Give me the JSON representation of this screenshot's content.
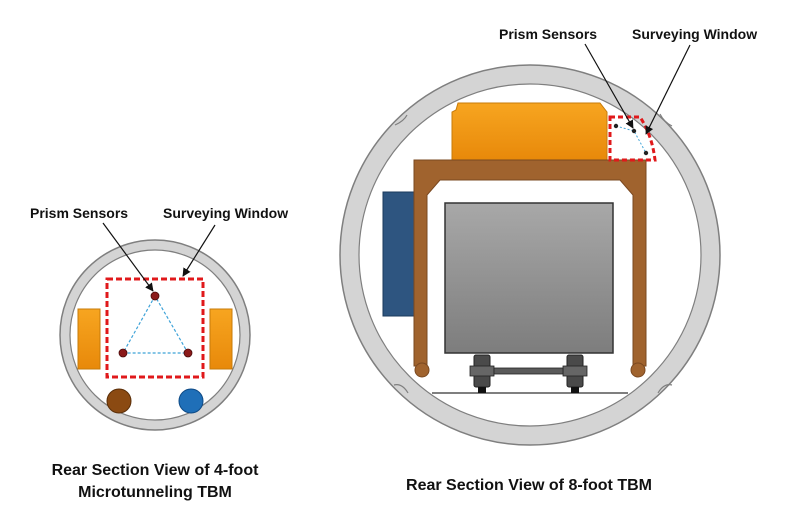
{
  "labels": {
    "small_prism_sensors": "Prism Sensors",
    "small_surveying_window": "Surveying Window",
    "large_prism_sensors": "Prism Sensors",
    "large_surveying_window": "Surveying Window"
  },
  "captions": {
    "small_line1": "Rear Section View of 4-foot",
    "small_line2": "Microtunneling TBM",
    "large": "Rear Section View of 8-foot TBM"
  },
  "colors": {
    "ring": "#d4d4d4",
    "ring_stroke": "#7f7f7f",
    "orange": "#f39c12",
    "orange_dark": "#d4820a",
    "brown_frame": "#a0632e",
    "brown_dark": "#7a4820",
    "navy": "#2e5580",
    "gray_box": "#8f8f8f",
    "window_dash": "#e0191b",
    "sensor": "#8b1a1a",
    "triangle": "#3fa3d8",
    "blue_circle": "#1f6fb8",
    "brown_circle": "#8b4a12"
  }
}
